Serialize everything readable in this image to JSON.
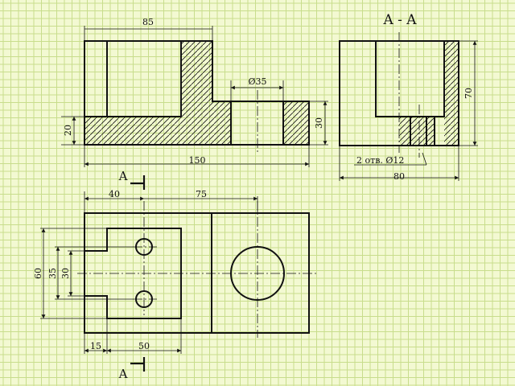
{
  "colors": {
    "grid": "#c8dd8c",
    "grid_bg": "#f3f9d2",
    "ink": "#111111"
  },
  "section_title": "A - A",
  "section_marks": {
    "top": "A",
    "bottom": "A"
  },
  "front_view": {
    "dim_width_top": "85",
    "dim_bore": "Ø35",
    "dim_base_height": "20",
    "dim_step_height": "30",
    "dim_total_length": "150"
  },
  "side_view": {
    "dim_height": "70",
    "dim_holes": "2 отв. Ø12",
    "dim_width": "80"
  },
  "top_view": {
    "dim_40": "40",
    "dim_75": "75",
    "dim_60": "60",
    "dim_35": "35",
    "dim_30": "30",
    "dim_15": "15",
    "dim_50": "50"
  }
}
